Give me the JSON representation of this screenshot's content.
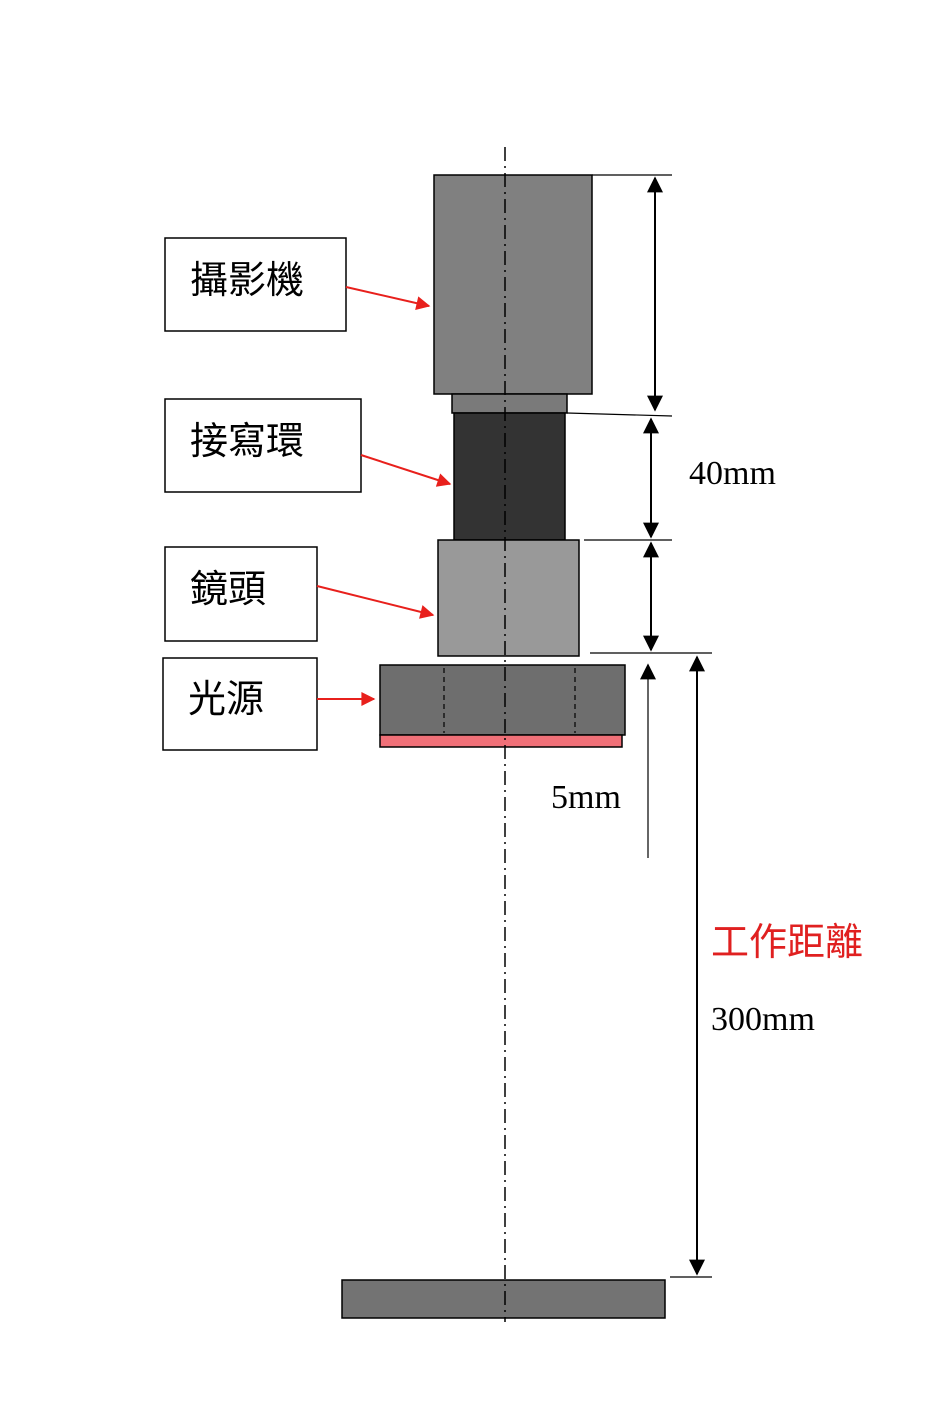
{
  "labels": {
    "camera": "攝影機",
    "extension_ring": "接寫環",
    "lens": "鏡頭",
    "light_source": "光源"
  },
  "dimensions": {
    "extension": "40mm",
    "light_gap": "5mm",
    "working_distance_label": "工作距離",
    "working_distance": "300mm"
  },
  "colors": {
    "camera_body": "#808080",
    "camera_mount": "#7a7a7a",
    "extension_ring": "#333333",
    "lens": "#999999",
    "light_source": "#6e6e6e",
    "light_emitter": "#f07078",
    "target": "#737373",
    "arrow_red": "#e8201c",
    "text_red": "#e02020"
  }
}
